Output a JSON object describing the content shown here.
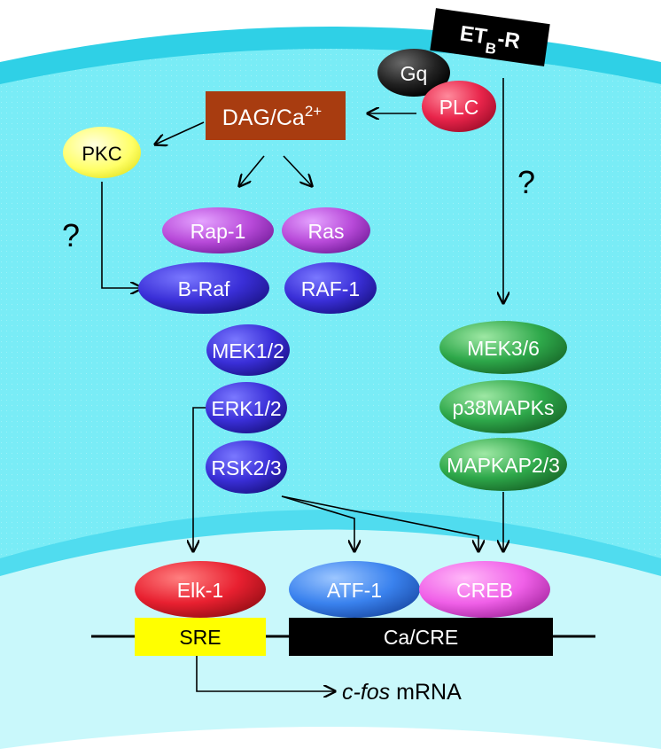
{
  "receptor": {
    "label_main": "ET",
    "label_sub": "B",
    "label_suffix": "-R"
  },
  "gq": {
    "label": "Gq"
  },
  "plc": {
    "label": "PLC"
  },
  "dag": {
    "label_main": "DAG/Ca",
    "label_sup": "2+"
  },
  "pkc": {
    "label": "PKC"
  },
  "question_marks": {
    "left": "?",
    "right": "?"
  },
  "left_cascade": {
    "rap1": "Rap-1",
    "ras": "Ras",
    "braf": "B-Raf",
    "raf1": "RAF-1",
    "mek12": "MEK1/2",
    "erk12": "ERK1/2",
    "rsk23": "RSK2/3"
  },
  "right_cascade": {
    "mek36": "MEK3/6",
    "p38": "p38MAPKs",
    "mapkap": "MAPKAP2/3"
  },
  "transcription_factors": {
    "elk1": "Elk-1",
    "atf1": "ATF-1",
    "creb": "CREB"
  },
  "dna": {
    "sre": "SRE",
    "cacre": "Ca/CRE"
  },
  "output": {
    "gene_italic": "c-fos",
    "suffix": " mRNA"
  },
  "colors": {
    "membrane": "#2fd0e6",
    "cytoplasm": "#79ecf6",
    "nucleus": "#c9f8fb",
    "receptor": "#000000",
    "dag": "#a83c10",
    "pkc": "#ffff66",
    "blue_node": "#3a2fd8",
    "purple_node": "#b84ad9",
    "green_node": "#2ea84a",
    "plc": "#e8244a",
    "elk1": "#e82030",
    "atf1": "#3a82ee",
    "creb": "#f060e8",
    "sre": "#ffff00"
  }
}
